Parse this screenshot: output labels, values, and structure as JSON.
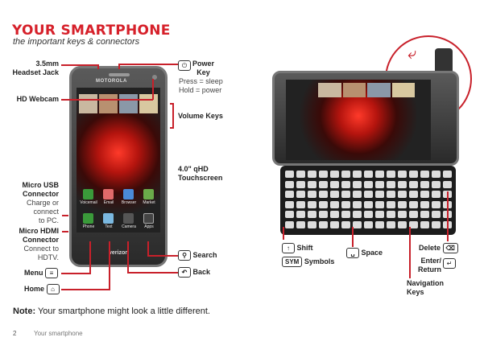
{
  "header": {
    "title": "YOUR SMARTPHONE",
    "subtitle": "the important keys & connectors"
  },
  "labels": {
    "headset": "3.5mm Headset Jack",
    "headset1": "3.5mm",
    "headset2": "Headset Jack",
    "power1": "Power",
    "power2": "Key",
    "power_press": "Press = sleep",
    "power_hold": "Hold = power",
    "webcam": "HD Webcam",
    "volume": "Volume Keys",
    "touch1": "4.0\" qHD",
    "touch2": "Touchscreen",
    "usb1": "Micro USB",
    "usb2": "Connector",
    "usb_d1": "Charge or",
    "usb_d2": "connect",
    "usb_d3": "to PC.",
    "hdmi1": "Micro HDMI",
    "hdmi2": "Connector",
    "hdmi_d1": "Connect to",
    "hdmi_d2": "HDTV.",
    "menu": "Menu",
    "home": "Home",
    "search": "Search",
    "back": "Back",
    "shift": "Shift",
    "symbols": "Symbols",
    "sym_key": "SYM",
    "space": "Space",
    "delete": "Delete",
    "enter1": "Enter/",
    "enter2": "Return",
    "nav1": "Navigation",
    "nav2": "Keys"
  },
  "phone": {
    "brand": "MOTOROLA",
    "carrier": "verizon",
    "apps_row1": [
      "Voicemail",
      "Email",
      "Browser",
      "Market"
    ],
    "apps_row2": [
      "Phone",
      "Text",
      "Camera",
      "Apps"
    ]
  },
  "note": {
    "label": "Note:",
    "text": " Your smartphone might look a little different."
  },
  "footer": {
    "page": "2",
    "section": "Your smartphone"
  },
  "colors": {
    "accent": "#d6202a"
  }
}
